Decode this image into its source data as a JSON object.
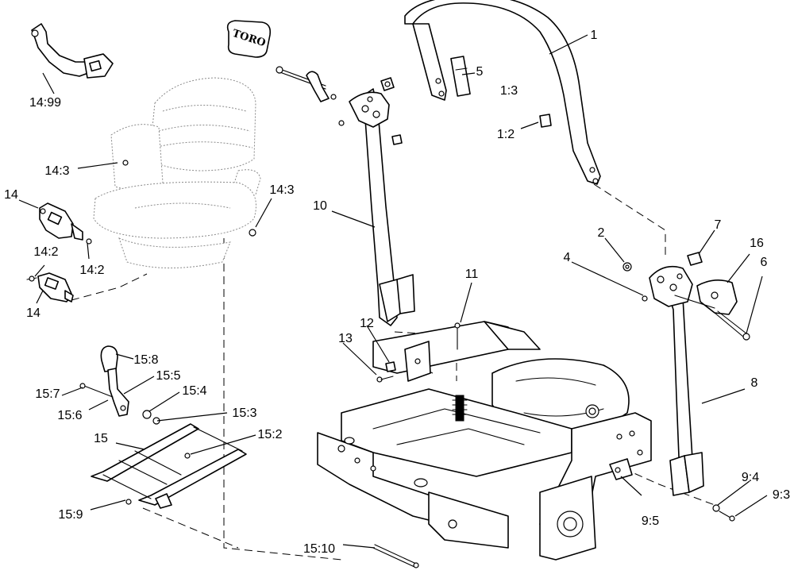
{
  "logo": {
    "text": "TORO"
  },
  "callouts": [
    {
      "id": "c1",
      "text": "1"
    },
    {
      "id": "c5",
      "text": "5"
    },
    {
      "id": "c1_3",
      "text": "1:3"
    },
    {
      "id": "c1_2",
      "text": "1:2"
    },
    {
      "id": "c2",
      "text": "2"
    },
    {
      "id": "c7",
      "text": "7"
    },
    {
      "id": "c16",
      "text": "16"
    },
    {
      "id": "c4",
      "text": "4"
    },
    {
      "id": "c6",
      "text": "6"
    },
    {
      "id": "c8",
      "text": "8"
    },
    {
      "id": "c9_4",
      "text": "9:4"
    },
    {
      "id": "c9_3",
      "text": "9:3"
    },
    {
      "id": "c9_5",
      "text": "9:5"
    },
    {
      "id": "c10",
      "text": "10"
    },
    {
      "id": "c11",
      "text": "11"
    },
    {
      "id": "c12",
      "text": "12"
    },
    {
      "id": "c13",
      "text": "13"
    },
    {
      "id": "c14_99",
      "text": "14:99"
    },
    {
      "id": "c14_3a",
      "text": "14:3"
    },
    {
      "id": "c14_3b",
      "text": "14:3"
    },
    {
      "id": "c14a",
      "text": "14"
    },
    {
      "id": "c14_2a",
      "text": "14:2"
    },
    {
      "id": "c14_2b",
      "text": "14:2"
    },
    {
      "id": "c14b",
      "text": "14"
    },
    {
      "id": "c15_8",
      "text": "15:8"
    },
    {
      "id": "c15_5",
      "text": "15:5"
    },
    {
      "id": "c15_7",
      "text": "15:7"
    },
    {
      "id": "c15_4",
      "text": "15:4"
    },
    {
      "id": "c15_6",
      "text": "15:6"
    },
    {
      "id": "c15_3",
      "text": "15:3"
    },
    {
      "id": "c15",
      "text": "15"
    },
    {
      "id": "c15_2",
      "text": "15:2"
    },
    {
      "id": "c15_9",
      "text": "15:9"
    },
    {
      "id": "c15_10",
      "text": "15:10"
    }
  ]
}
